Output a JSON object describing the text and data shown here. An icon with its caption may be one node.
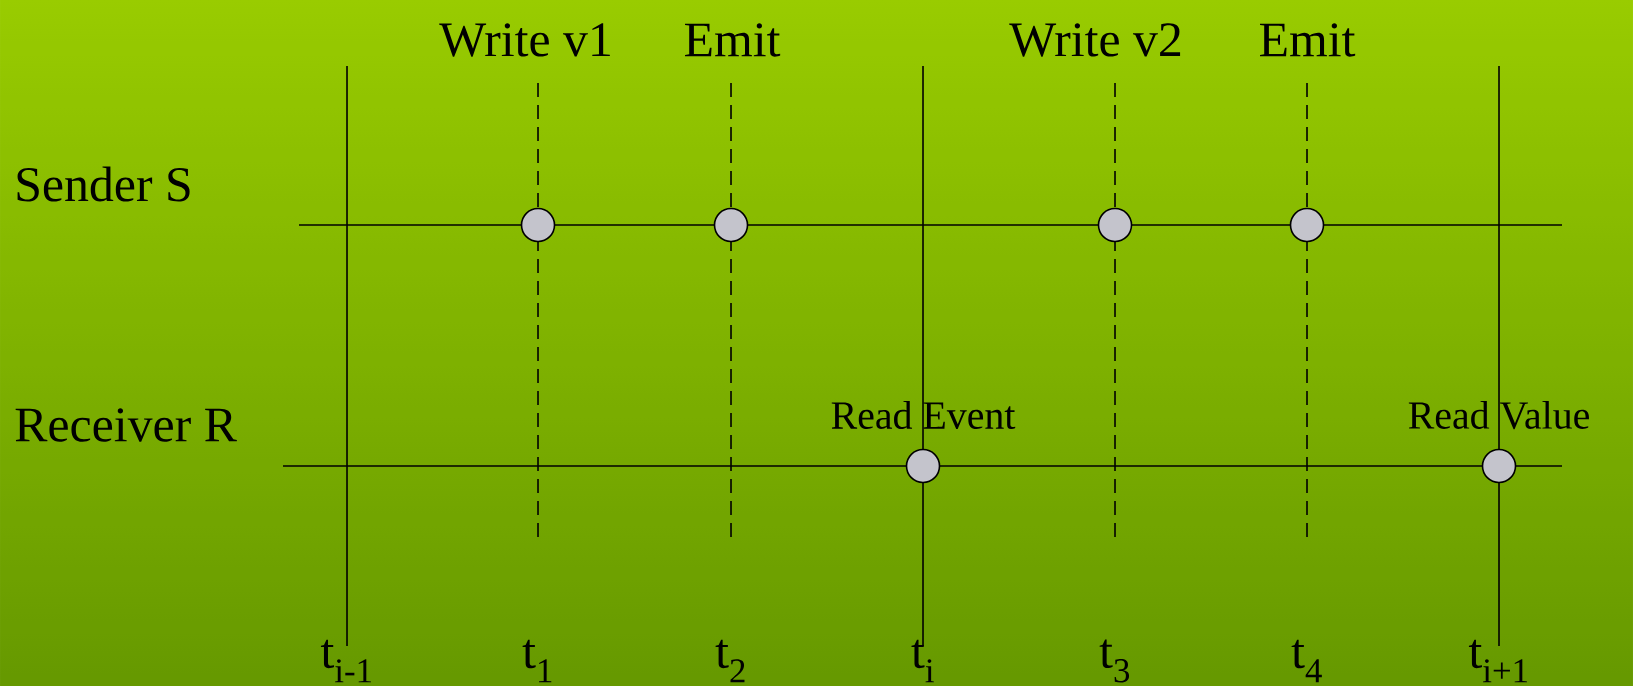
{
  "diagram": {
    "labels": [
      "Write v1",
      "Emit",
      "Write v2",
      "Emit",
      "Sender S",
      "Receiver R",
      "Read Event",
      "Read Value",
      "t$_{i-1}$",
      "t$_{1}$",
      "t$_{2}$",
      "t$_{i}$",
      "t$_{3}$",
      "t$_{4}$",
      "t$_{i+1}$"
    ]
  }
}
